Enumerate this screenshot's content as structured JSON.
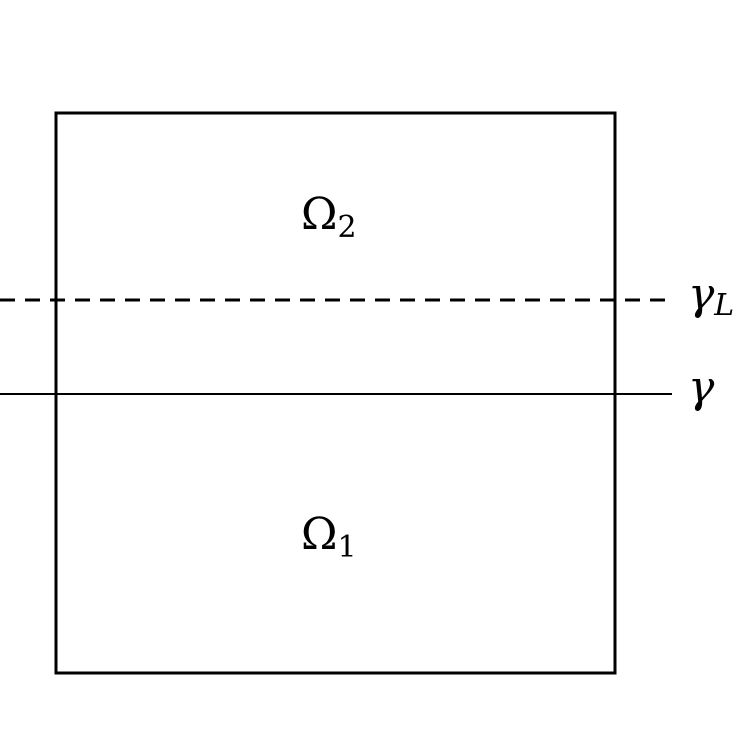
{
  "diagram": {
    "regions": {
      "omega2": {
        "symbol": "Ω",
        "subscript": "2"
      },
      "omega1": {
        "symbol": "Ω",
        "subscript": "1"
      }
    },
    "interfaces": {
      "gamma_L": {
        "symbol": "γ",
        "subscript": "L",
        "style": "dashed"
      },
      "gamma": {
        "symbol": "γ",
        "subscript": "",
        "style": "solid"
      }
    },
    "colors": {
      "stroke": "#000000",
      "background": "#ffffff"
    }
  }
}
